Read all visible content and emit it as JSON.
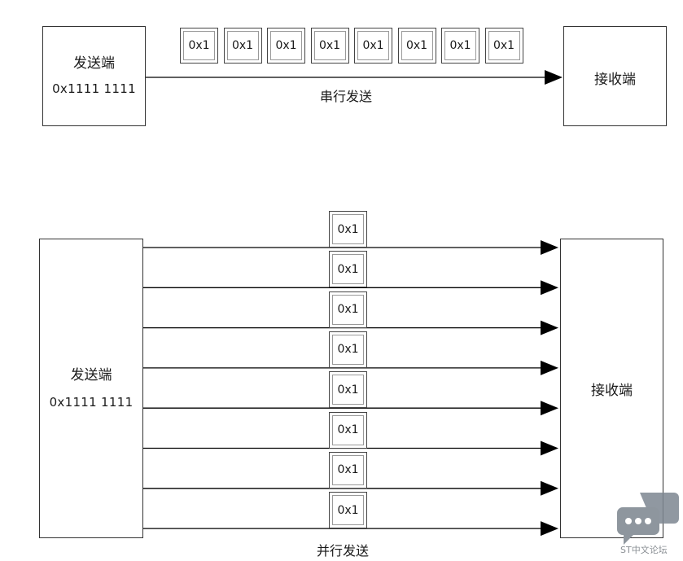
{
  "serial": {
    "sender": {
      "title": "发送端",
      "value": "0x1111 1111"
    },
    "receiver": {
      "title": "接收端"
    },
    "packets": [
      "0x1",
      "0x1",
      "0x1",
      "0x1",
      "0x1",
      "0x1",
      "0x1",
      "0x1"
    ],
    "caption": "串行发送"
  },
  "parallel": {
    "sender": {
      "title": "发送端",
      "value": "0x1111 1111"
    },
    "receiver": {
      "title": "接收端"
    },
    "packets": [
      "0x1",
      "0x1",
      "0x1",
      "0x1",
      "0x1",
      "0x1",
      "0x1",
      "0x1"
    ],
    "caption": "并行发送"
  },
  "watermark": {
    "text": "ST中文论坛",
    "icon": "chat-bubble-icon"
  },
  "colors": {
    "line": "#000000",
    "border": "#333333",
    "watermark": "#8a8f94"
  }
}
